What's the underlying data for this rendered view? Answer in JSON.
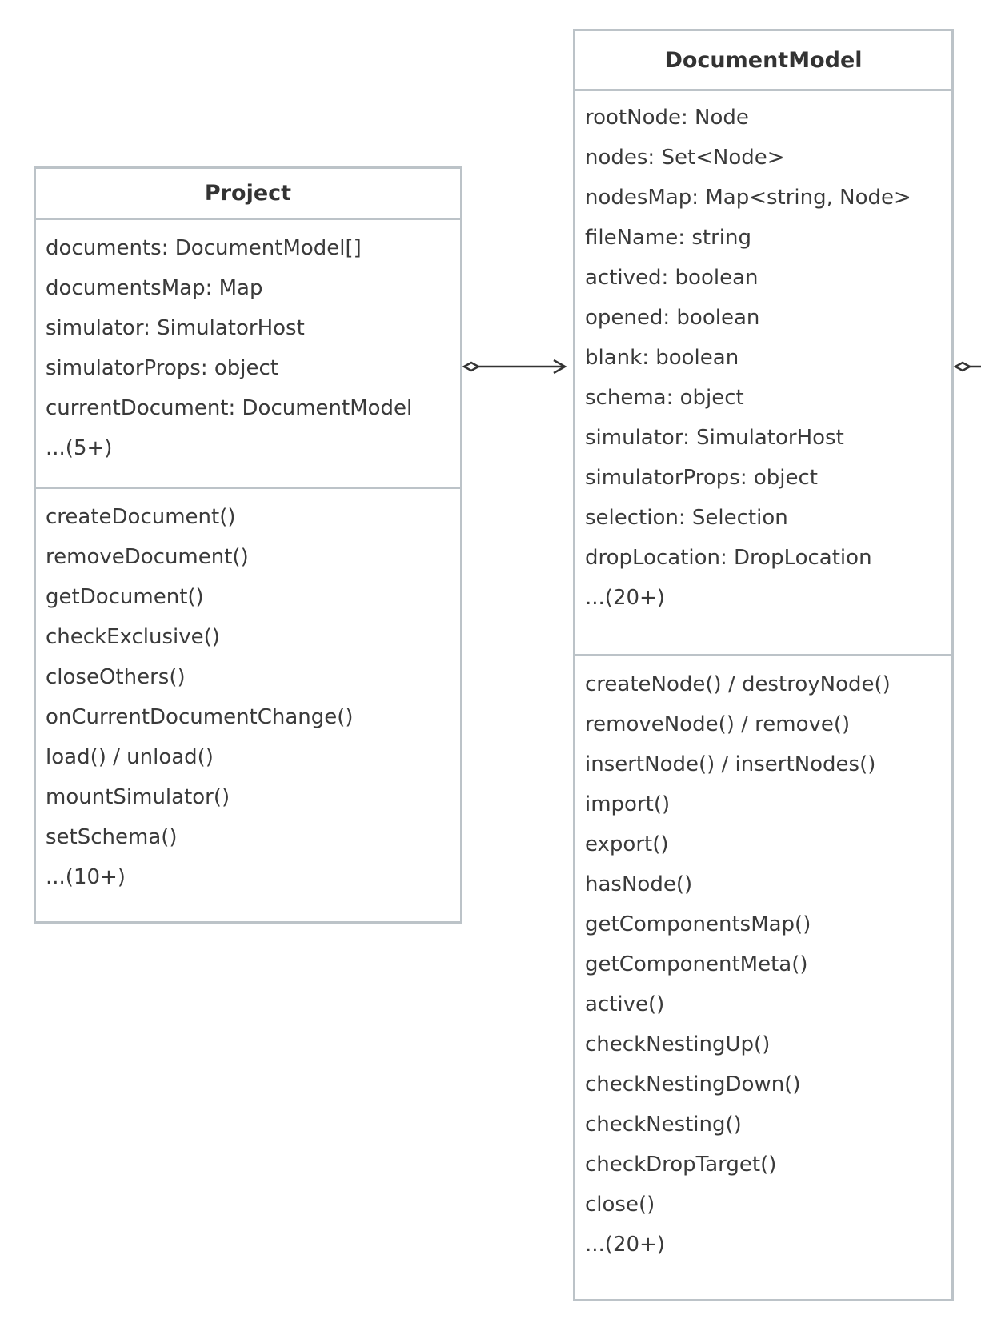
{
  "classes": {
    "project": {
      "name": "Project",
      "attributes": [
        "documents: DocumentModel[]",
        "documentsMap: Map",
        "simulator: SimulatorHost",
        "simulatorProps: object",
        "currentDocument: DocumentModel",
        "...(5+)"
      ],
      "operations": [
        "createDocument()",
        "removeDocument()",
        "getDocument()",
        "checkExclusive()",
        "closeOthers()",
        "onCurrentDocumentChange()",
        "load() / unload()",
        "mountSimulator()",
        "setSchema()",
        "...(10+)"
      ]
    },
    "documentModel": {
      "name": "DocumentModel",
      "attributes": [
        "rootNode: Node",
        "nodes: Set<Node>",
        "nodesMap: Map<string, Node>",
        "fileName: string",
        "actived: boolean",
        "opened: boolean",
        "blank: boolean",
        "schema: object",
        "simulator: SimulatorHost",
        "simulatorProps: object",
        "selection: Selection",
        "dropLocation: DropLocation",
        "...(20+)"
      ],
      "operations": [
        "createNode() / destroyNode()",
        "removeNode() / remove()",
        "insertNode() / insertNodes()",
        "import()",
        "export()",
        "hasNode()",
        "getComponentsMap()",
        "getComponentMeta()",
        "active()",
        "checkNestingUp()",
        "checkNestingDown()",
        "checkNesting()",
        "checkDropTarget()",
        "close()",
        "...(20+)"
      ]
    }
  },
  "colors": {
    "border": "#bcc3c8",
    "text": "#3a3a3a",
    "connector": "#333333"
  }
}
